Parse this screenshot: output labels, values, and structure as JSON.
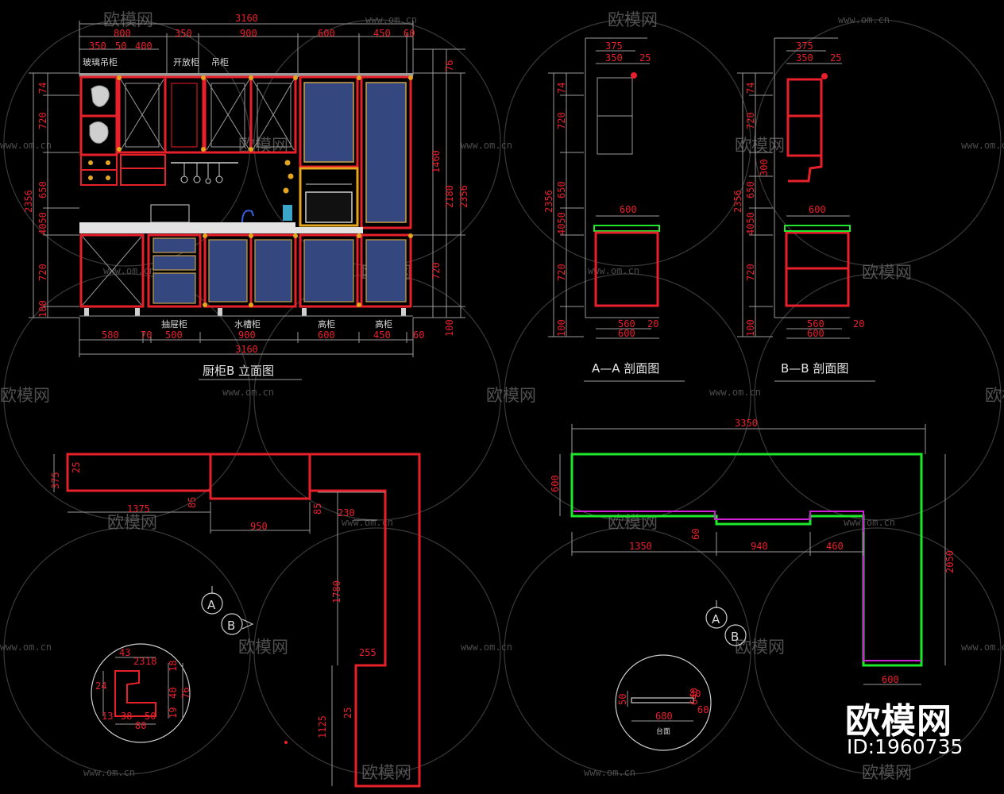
{
  "watermark": {
    "brand": "欧模网",
    "url": "www.om.cn",
    "id_text": "ID:1960735"
  },
  "elevation": {
    "title": "厨柜B 立面图",
    "top_total": "3160",
    "top_dims": [
      "800",
      "350",
      "900",
      "600",
      "450",
      "60"
    ],
    "top_sub": [
      "350",
      "50",
      "400"
    ],
    "labels_top": [
      "玻璃吊柜",
      "开放柜",
      "吊柜"
    ],
    "bottom_labels": [
      "抽屉柜",
      "水槽柜",
      "高柜",
      "高柜"
    ],
    "bottom_dims": [
      "580",
      "70",
      "500",
      "900",
      "600",
      "450",
      "60"
    ],
    "bottom_total": "3160",
    "left_dims": [
      "74",
      "720",
      "650",
      "4050",
      "720",
      "100",
      "2356"
    ],
    "right_dims": [
      "76",
      "1460",
      "2180",
      "2356",
      "720",
      "100"
    ]
  },
  "section_a": {
    "title": "A—A 剖面图",
    "top": [
      "375",
      "350",
      "25"
    ],
    "left": [
      "74",
      "720",
      "650",
      "4050",
      "720",
      "100",
      "2356"
    ],
    "mid": "600",
    "bottom": [
      "560",
      "20",
      "600"
    ]
  },
  "section_b": {
    "title": "B—B 剖面图",
    "top": [
      "375",
      "350",
      "25"
    ],
    "left": [
      "74",
      "720",
      "300",
      "650",
      "4050",
      "720",
      "100",
      "2356"
    ],
    "mid": "600",
    "bottom": [
      "560",
      "20",
      "600"
    ]
  },
  "plan_upper": {
    "dims": [
      "375",
      "25",
      "1375",
      "85",
      "950",
      "85",
      "230",
      "1780",
      "255",
      "25",
      "1125"
    ],
    "markers": [
      "A",
      "B"
    ]
  },
  "detail_profile": {
    "dims": [
      "43",
      "23",
      "18",
      "18",
      "24",
      "40",
      "76",
      "13",
      "38",
      "50",
      "80",
      "19"
    ]
  },
  "plan_counter": {
    "dims": [
      "3350",
      "600",
      "1350",
      "60",
      "940",
      "460",
      "2050",
      "600"
    ],
    "markers": [
      "A",
      "B"
    ]
  },
  "detail_counter": {
    "dims": [
      "50",
      "680",
      "640",
      "40",
      "60"
    ],
    "label": "台面"
  },
  "colors": {
    "red": "#e8202a",
    "green": "#1ee82a",
    "magenta": "#d020d8",
    "blue": "#34477e",
    "gold": "#e5a51e",
    "gray": "#9a9a9a"
  }
}
